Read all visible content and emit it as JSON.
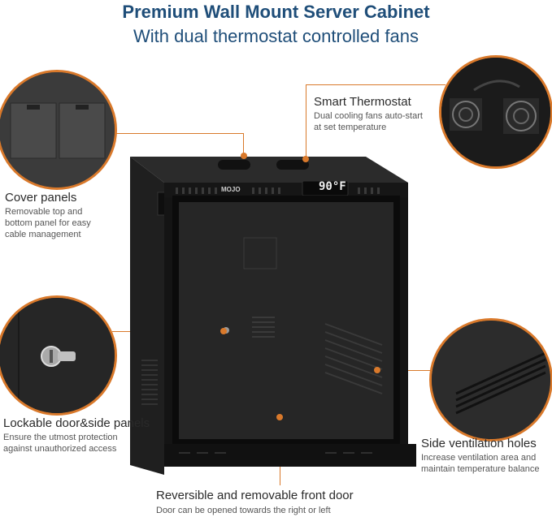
{
  "header": {
    "title": "Premium Wall Mount Server Cabinet",
    "subtitle": "With dual thermostat controlled fans"
  },
  "features": {
    "thermostat": {
      "title": "Smart Thermostat",
      "line1": "Dual cooling fans auto-start",
      "line2": "at set temperature"
    },
    "cover": {
      "title": "Cover panels",
      "line1": "Removable top and",
      "line2": "bottom panel for easy",
      "line3": "cable management"
    },
    "lock": {
      "title": "Lockable door&side panels",
      "line1": "Ensure the utmost protection",
      "line2": "against unauthorized access"
    },
    "vent": {
      "title": "Side ventilation holes",
      "line1": "Increase ventilation area and",
      "line2": "maintain temperature balance"
    },
    "door": {
      "title": "Reversible and removable front door",
      "line1": "Door can be opened towards the right or left"
    }
  },
  "cabinet": {
    "brand": "MOJO",
    "display": "90°F"
  },
  "colors": {
    "accent": "#d9792b",
    "heading": "#1f4e79",
    "cabinet": "#1a1a1a"
  }
}
